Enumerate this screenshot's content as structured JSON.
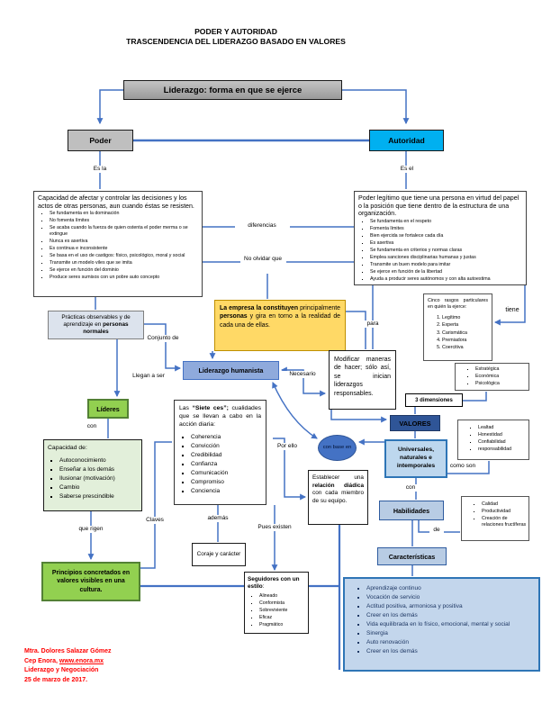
{
  "header": {
    "title_line1": "PODER Y AUTORIDAD",
    "title_line2": "TRASCENDENCIA DEL LIDERAZGO BASADO EN VALORES"
  },
  "nodes": {
    "liderazgo_forma": "Liderazgo: forma en que se ejerce",
    "poder": "Poder",
    "autoridad": "Autoridad",
    "poder_def": {
      "intro": "Capacidad de afectar y controlar las decisiones y los actos de otras personas, aun cuando éstas se resisten.",
      "bullets": [
        "Se fundamenta en la dominación",
        "No fomenta límites",
        "Se acaba cuando la fuerza de quien ostenta el poder merma o se extingue",
        "Nunca es asertiva",
        "Es continua e inconsistente",
        "Se basa en el uso de castigos: físico, psicológico, moral y social",
        "Transmite un modelo viles que se imita",
        "Se ejerce en función del dominio",
        "Produce seres sumisos con un pobre auto concepto"
      ]
    },
    "autoridad_def": {
      "intro": "Poder legítimo que tiene una persona en virtud del papel o la posición que tiene dentro de la estructura de una organización.",
      "bullets": [
        "Se fundamenta en el respeto",
        "Fomenta límites",
        "Bien ejercida se fortalece cada día",
        "Es asertiva",
        "Se fundamenta en criterios y normas claras",
        "Emplea sanciones disciplinarias humanas y justas",
        "Transmite un buen modelo para imitar",
        "Se ejerce en función de la libertad",
        "Ayuda a producir seres autónomos y con alta autoestima"
      ]
    },
    "empresa": {
      "bold1": "La empresa la constituyen",
      "text1": "principalmente",
      "bold2": "personas",
      "text2": "y gira en torno a la realidad de cada una de ellas."
    },
    "practicas": {
      "text1": "Prácticas observables y de aprendizaje en",
      "bold1": "personas normales"
    },
    "liderazgo_humanista": "Liderazgo humanista",
    "lideres": "Líderes",
    "capacidad": {
      "title": "Capacidad de:",
      "bullets": [
        "Autoconocimiento",
        "Enseñar a los demás",
        "Ilusionar (motivación)",
        "Cambio",
        "Saberse prescindible"
      ]
    },
    "principios": "Principios concretados en valores visibles en una cultura.",
    "siete_ces": {
      "text1": "Las",
      "bold1": "“Siete ces”;",
      "text2": "cualidades que se llevan a cabo en la acción diaria:",
      "bullets": [
        "Coherencia",
        "Convicción",
        "Credibilidad",
        "Confianza",
        "Comunicación",
        "Compromiso",
        "Conciencia"
      ]
    },
    "coraje": "Coraje y carácter",
    "seguidores": {
      "bold1": "Seguidores con un estilo",
      "text1": ":",
      "bullets": [
        "Alineado",
        "Conformista",
        "Sobreviviente",
        "Eficaz",
        "Pragmático"
      ]
    },
    "modificar": "Modificar maneras de hacer; sólo así, se inician liderazgos responsables.",
    "cinco_rasgos": {
      "title": "Cinco rasgos particulares en quién la ejerce:",
      "items": [
        "Legítimo",
        "Experta",
        "Carismática",
        "Premiadora",
        "Coercitiva"
      ]
    },
    "dimensiones_box": {
      "bullets": [
        "Estratégica",
        "Económica",
        "Psicológica"
      ]
    },
    "tres_dimensiones": "3 dimensiones",
    "valores": "VALORES",
    "universales": "Universales, naturales e intemporales",
    "lealtad_box": {
      "bullets": [
        "Lealtad",
        "Honestidad",
        "Confiabilidad",
        "responsabilidad"
      ]
    },
    "habilidades": "Habilidades",
    "calidad_box": {
      "bullets": [
        "Calidad",
        "Productividad",
        "Creación de relaciones fructíferas"
      ]
    },
    "caracteristicas": "Características",
    "caracteristicas_list": {
      "bullets": [
        "Aprendizaje continuo",
        "Vocación de servicio",
        "Actitud positiva, armoniosa y positiva",
        "Creer en los demás",
        "Vida equilibrada en lo físico, emocional, mental y social",
        "Sinergia",
        "Auto renovación",
        "Creer en los demás"
      ]
    },
    "establecer": {
      "text1": "Establecer una",
      "bold1": "relación diádica",
      "text2": "con cada miembro de su equipo."
    },
    "con_base_en": "con base en"
  },
  "labels": {
    "es_la": "Es la",
    "es_el": "Es el",
    "diferencias": "diferencias",
    "no_olvidar": "No olvidar que",
    "para": "para",
    "tiene": "tiene",
    "conjunto_de": "Conjunto de",
    "llegan_a_ser": "Llegan a ser",
    "con_izq": "con",
    "que_rigen": "que rigen",
    "claves": "Claves",
    "ademas": "además",
    "pues_existen": "Pues existen",
    "por_ello": "Por ello",
    "necesario": "Necesario",
    "como_son": "como son",
    "con_der": "con",
    "de": "de"
  },
  "footer": {
    "line1": "Mtra. Dolores Salazar Gómez",
    "line2_prefix": "Cep Enora,",
    "link": "www.enora.mx",
    "line3": "Liderazgo y Negociación",
    "line4": "25 de marzo de 2017."
  },
  "colors": {
    "connector": "#4472c4",
    "autoridad_cyan": "#00b0f0",
    "poder_gray": "#bfbfbf",
    "green": "#92d050",
    "green_light": "#e2efda",
    "yellow": "#ffd966",
    "yellow_border": "#bf8f00",
    "humanista_blue": "#8faadc",
    "valores_blue": "#2f5597",
    "light_blue": "#bdd7ee",
    "box_blue": "#b8cce4",
    "footer_red": "#ff0000"
  }
}
